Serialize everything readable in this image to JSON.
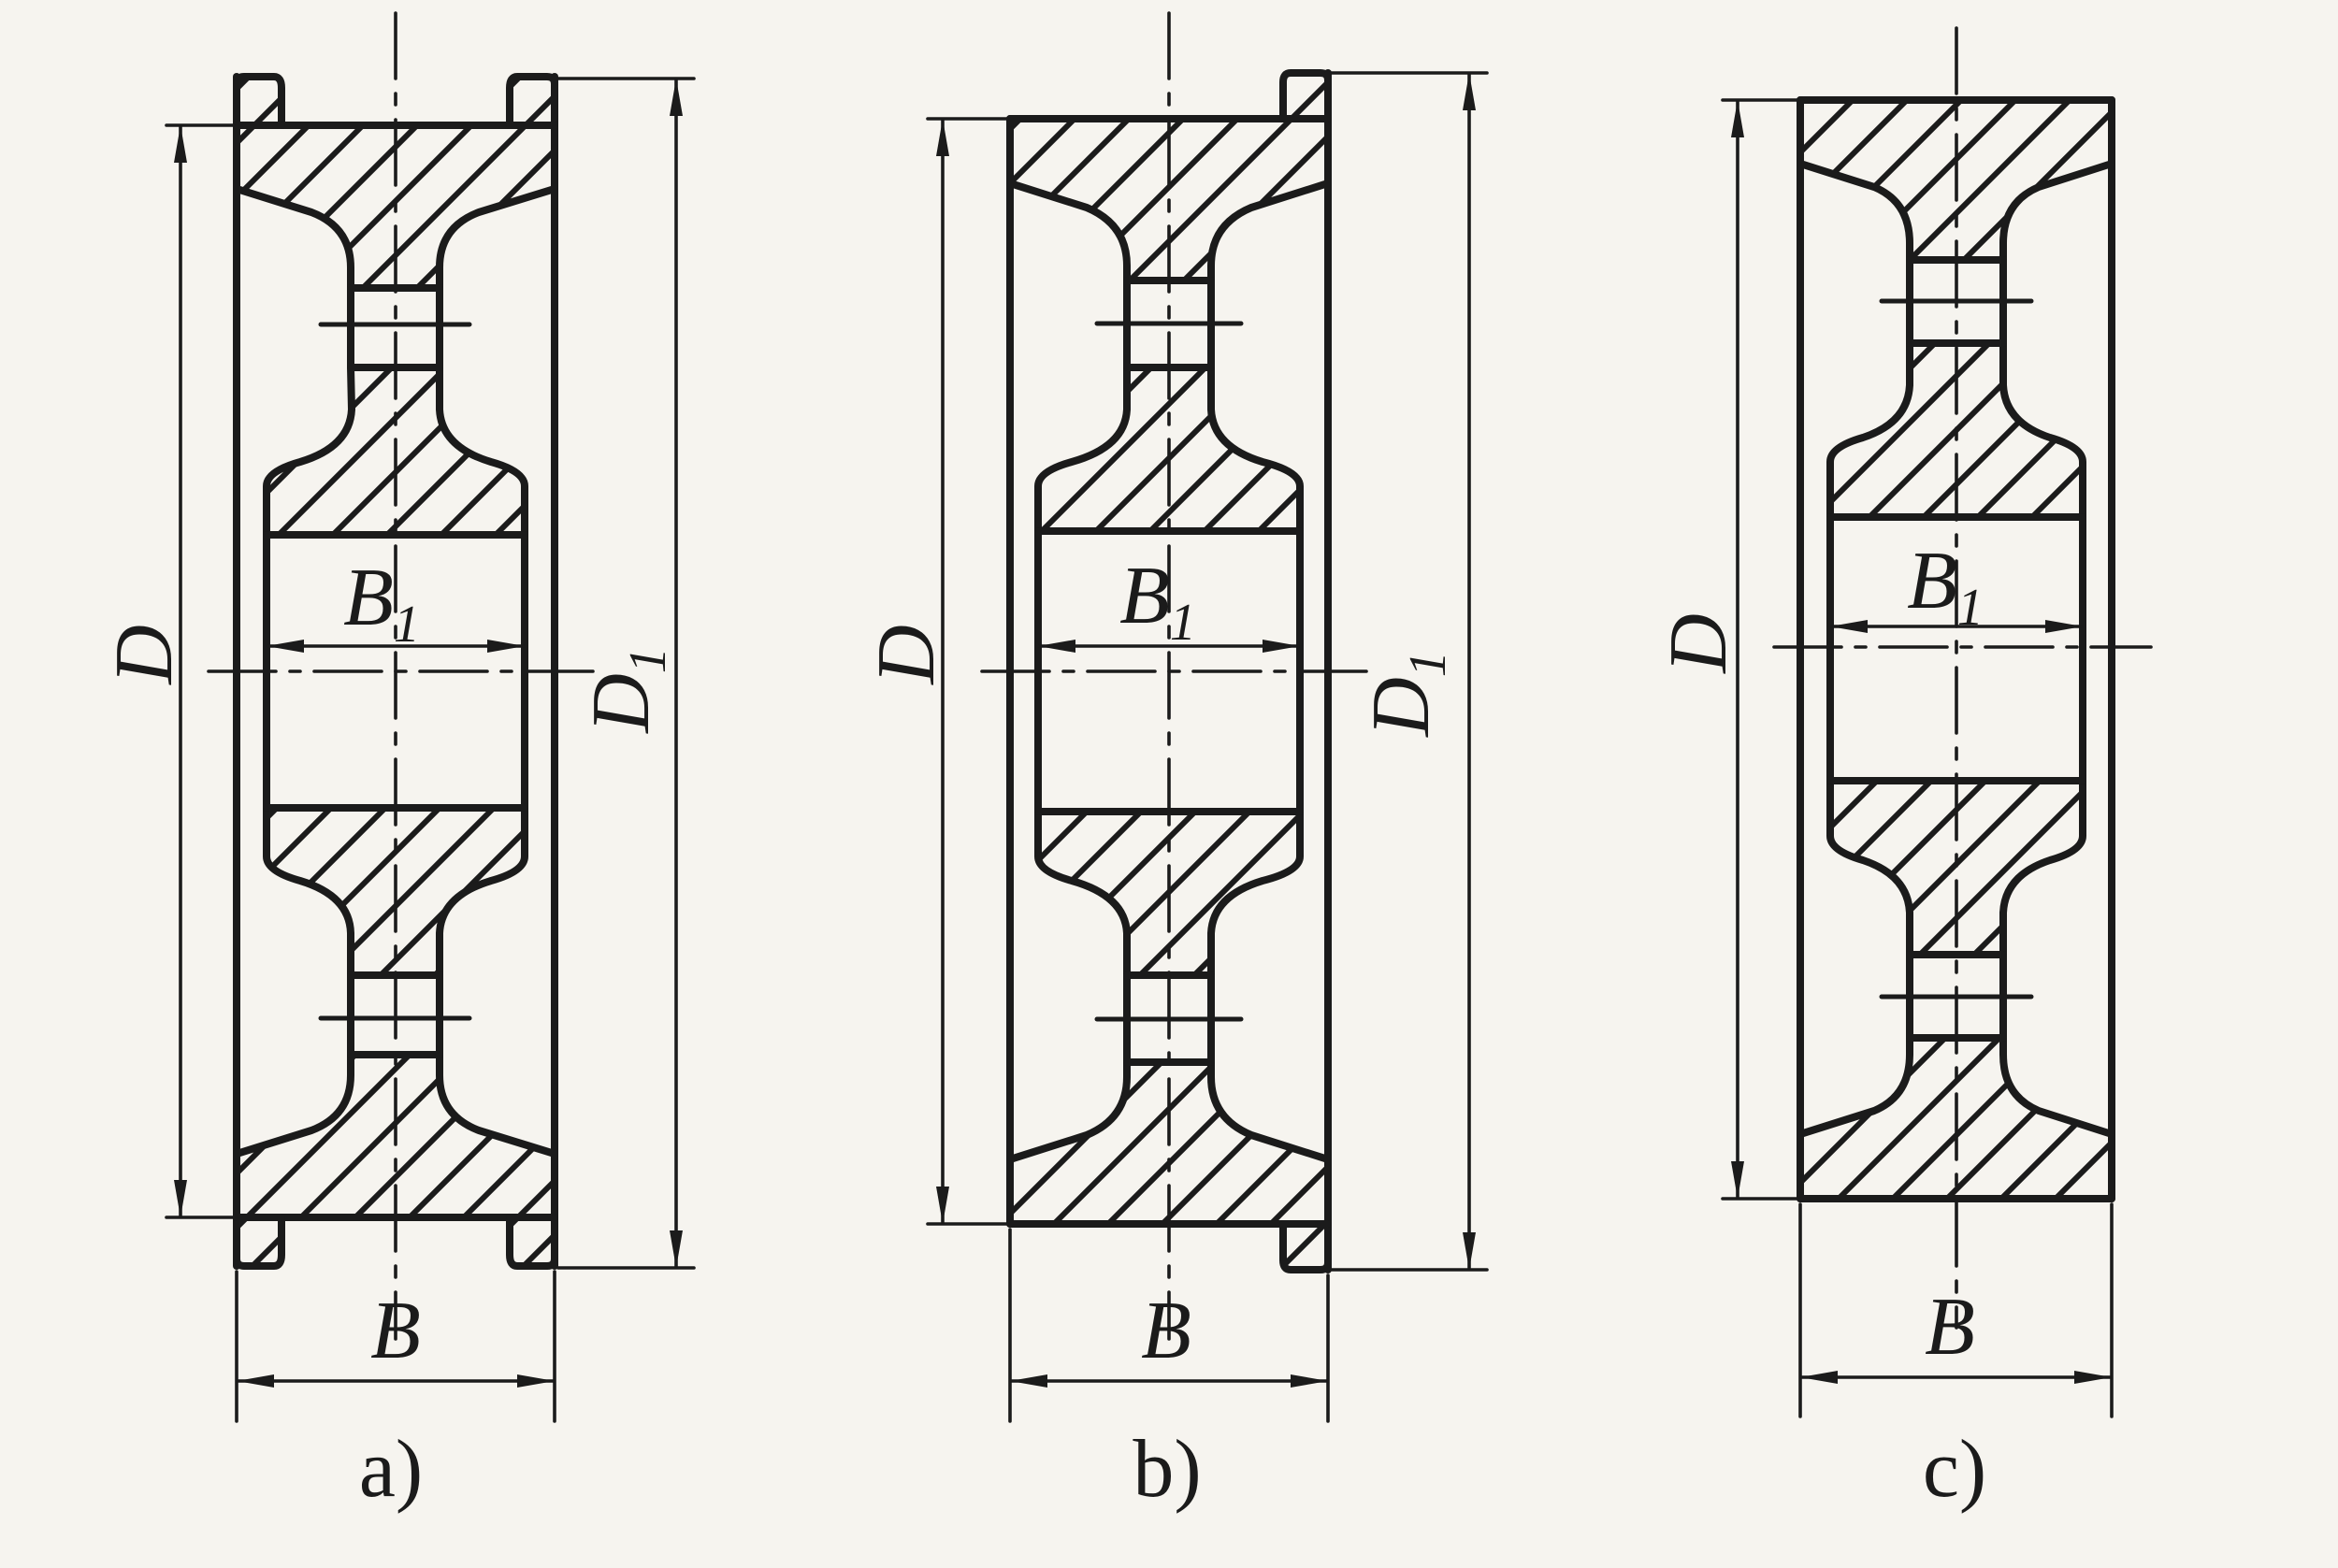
{
  "colors": {
    "paper": "#f6f4ef",
    "ink": "#1b1b1b"
  },
  "panels": [
    {
      "caption": "a)",
      "labels": {
        "d": "D",
        "d1_base": "D",
        "d1_sub": "1",
        "b": "B",
        "b1_base": "B",
        "b1_sub": "1"
      }
    },
    {
      "caption": "b)",
      "labels": {
        "d": "D",
        "d1_base": "D",
        "d1_sub": "1",
        "b": "B",
        "b1_base": "B",
        "b1_sub": "1"
      }
    },
    {
      "caption": "c)",
      "labels": {
        "d": "D",
        "b": "B",
        "b1_base": "B",
        "b1_sub": "1"
      }
    }
  ]
}
